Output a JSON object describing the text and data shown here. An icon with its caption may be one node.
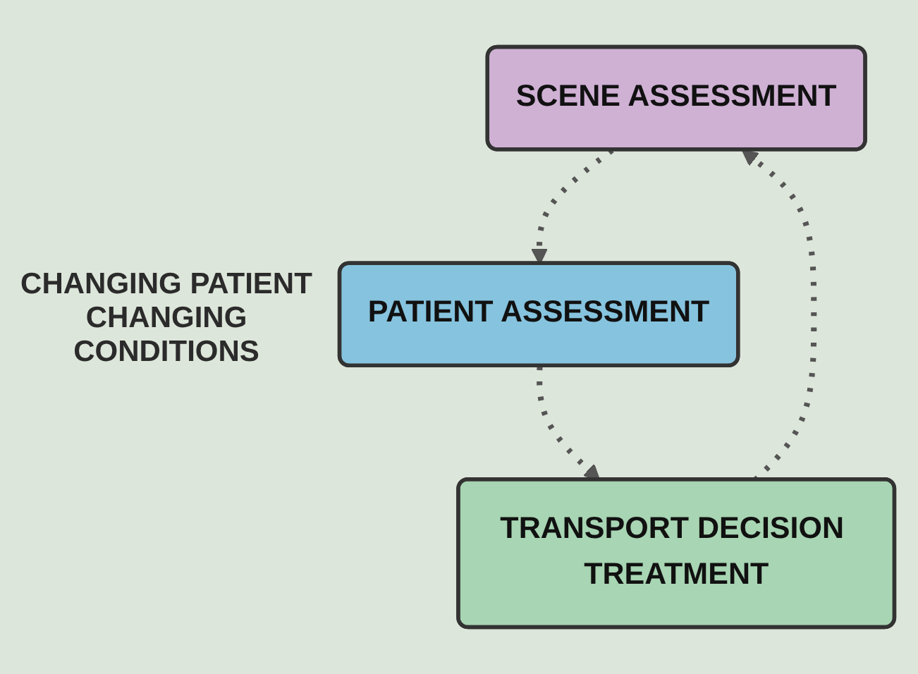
{
  "diagram": {
    "nodes": [
      {
        "text": [
          "SCENE ASSESSMENT"
        ]
      },
      {
        "text": [
          "PATIENT ASSESSMENT"
        ]
      },
      {
        "text": [
          "TRANSPORT DECISION TREATMENT"
        ]
      }
    ],
    "edges": [
      {
        "from": 0,
        "to": 1,
        "arrow": "to",
        "style": "dashed"
      },
      {
        "from": 1,
        "to": 2,
        "arrow": "to",
        "style": "dashed"
      },
      {
        "from": 2,
        "to": 0,
        "arrow": "to",
        "style": "dashed"
      }
    ],
    "labels": [
      "CHANGING PATIENT CHANGING CONDITIONS"
    ]
  }
}
